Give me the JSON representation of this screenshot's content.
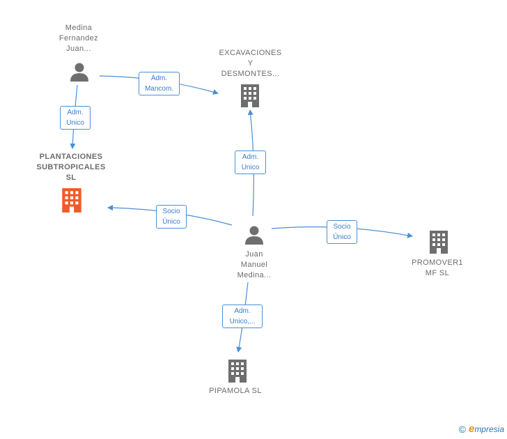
{
  "nodes": {
    "medina_fernandez": {
      "label": "Medina\nFernandez\nJuan...",
      "type": "person",
      "color": "#6e6e6e"
    },
    "excavaciones": {
      "label": "EXCAVACIONES\nY\nDESMONTES...",
      "type": "company",
      "color": "#6e6e6e"
    },
    "plantaciones": {
      "label": "PLANTACIONES\nSUBTROPICALES\nSL",
      "type": "company",
      "color": "#f05a28"
    },
    "juan_manuel": {
      "label": "Juan\nManuel\nMedina...",
      "type": "person",
      "color": "#6e6e6e"
    },
    "promover": {
      "label": "PROMOVER1\nMF  SL",
      "type": "company",
      "color": "#6e6e6e"
    },
    "pipamola": {
      "label": "PIPAMOLA  SL",
      "type": "company",
      "color": "#6e6e6e"
    }
  },
  "edges": {
    "e1": {
      "label": "Adm.\nMancom."
    },
    "e2": {
      "label": "Adm.\nUnico"
    },
    "e3": {
      "label": "Adm.\nUnico"
    },
    "e4": {
      "label": "Socio\nÚnico"
    },
    "e5": {
      "label": "Socio\nÚnico"
    },
    "e6": {
      "label": "Adm.\nUnico,..."
    }
  },
  "colors": {
    "edge": "#4a8fd6",
    "edge_text": "#3a7cc7"
  },
  "footer": {
    "copyright": "©",
    "brand_first": "e",
    "brand_rest": "mpresia"
  }
}
